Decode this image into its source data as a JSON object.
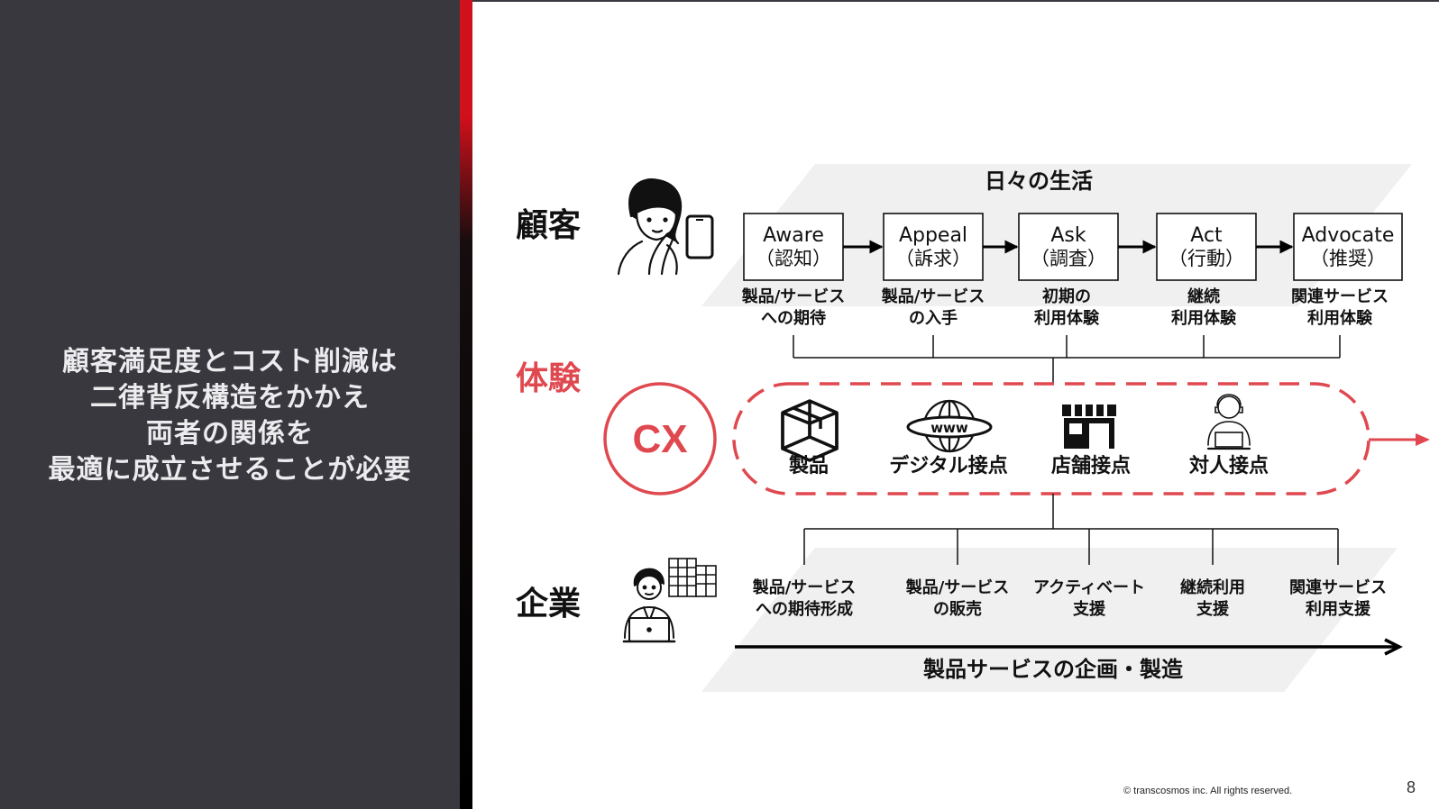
{
  "left_message": [
    "顧客満足度とコスト削減は",
    "二律背反構造をかかえ",
    "両者の関係を",
    "最適に成立させることが必要"
  ],
  "diagram": {
    "daily_life_label": "日々の生活",
    "rows": {
      "customer": "顧客",
      "experience": "体験",
      "company": "企業"
    },
    "cx_label": "CX",
    "stages": [
      {
        "en": "Aware",
        "ja": "（認知）",
        "desc": [
          "製品/サービス",
          "への期待"
        ]
      },
      {
        "en": "Appeal",
        "ja": "（訴求）",
        "desc": [
          "製品/サービス",
          "の入手"
        ]
      },
      {
        "en": "Ask",
        "ja": "（調査）",
        "desc": [
          "初期の",
          "利用体験"
        ]
      },
      {
        "en": "Act",
        "ja": "（行動）",
        "desc": [
          "継続",
          "利用体験"
        ]
      },
      {
        "en": "Advocate",
        "ja": "（推奨）",
        "desc": [
          "関連サービス",
          "利用体験"
        ]
      }
    ],
    "touchpoints": [
      {
        "label": "製品",
        "icon": "product-box-icon"
      },
      {
        "label": "デジタル接点",
        "icon": "www-globe-icon"
      },
      {
        "label": "店舗接点",
        "icon": "store-icon"
      },
      {
        "label": "対人接点",
        "icon": "operator-icon"
      }
    ],
    "company_supports": [
      [
        "製品/サービス",
        "への期待形成"
      ],
      [
        "製品/サービス",
        "の販売"
      ],
      [
        "アクティベート",
        "支援"
      ],
      [
        "継続利用",
        "支援"
      ],
      [
        "関連サービス",
        "利用支援"
      ]
    ],
    "bottom_label": "製品サービスの企画・製造"
  },
  "footer": {
    "copyright": "© transcosmos inc. All rights reserved.",
    "page_number": "8"
  },
  "colors": {
    "left_panel_bg": "#3a383f",
    "accent_red": "#e0484f",
    "band_gray": "#f0f0f0"
  }
}
